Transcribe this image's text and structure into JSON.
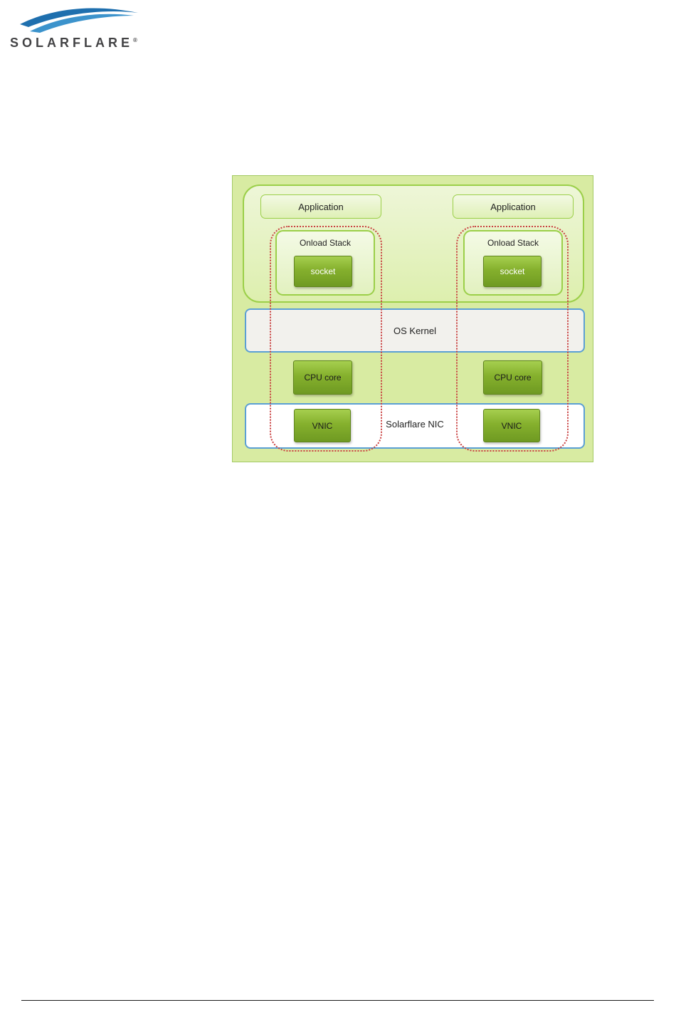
{
  "logo": {
    "text": "SOLARFLARE",
    "reg": "®"
  },
  "diagram": {
    "applications": [
      "Application",
      "Application"
    ],
    "onload_stack_labels": [
      "Onload Stack",
      "Onload Stack"
    ],
    "sockets": [
      "socket",
      "socket"
    ],
    "os_kernel": "OS Kernel",
    "cpu_cores": [
      "CPU core",
      "CPU core"
    ],
    "nic_label": "Solarflare NIC",
    "vnics": [
      "VNIC",
      "VNIC"
    ],
    "colors": {
      "outer_fill": "#d8eba2",
      "green_border": "#9bcf49",
      "block_green": "#85b02d",
      "kernel_fill": "#f2f1ed",
      "blue_border": "#5b9fd4",
      "red_dotted": "#c94040",
      "logo_blue_dark": "#1e6fae",
      "logo_blue_light": "#3c93cc"
    }
  }
}
